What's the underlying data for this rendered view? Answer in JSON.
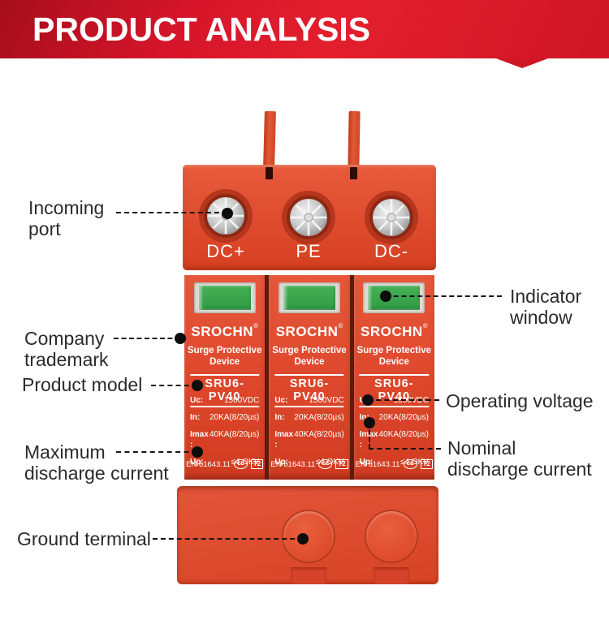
{
  "header": {
    "title": "PRODUCT ANALYSIS"
  },
  "device": {
    "terminals": [
      {
        "label": "DC+"
      },
      {
        "label": "PE"
      },
      {
        "label": "DC-"
      }
    ],
    "module": {
      "brand": "SROCHN",
      "reg_mark": "®",
      "type_text": "Surge Protective\nDevice",
      "model": "SRU6-PV40",
      "specs": [
        {
          "label": "Uc:",
          "value": "1500VDC"
        },
        {
          "label": "In:",
          "value": "20KA(8/20µs)"
        },
        {
          "label": "Imax :",
          "value": "40KA(8/20µs)"
        },
        {
          "label": "Up:",
          "value": "≤4.OKV"
        }
      ],
      "standard": "EN 61643.11",
      "ce_mark": "CE",
      "test_class": "T2"
    }
  },
  "annotations": {
    "incoming_port": "Incoming\nport",
    "indicator_window": "Indicator\nwindow",
    "company_trademark": "Company\ntrademark",
    "product_model": "Product model",
    "operating_voltage": "Operating voltage",
    "maximum_discharge_current": "Maximum\ndischarge current",
    "nominal_discharge_current": "Nominal\ndischarge current",
    "ground_terminal": "Ground terminal"
  },
  "colors": {
    "banner_red": "#d6152a",
    "device_red": "#df4a2e",
    "indicator_green": "#35a34a",
    "annotation_line": "#151515",
    "label_text": "#2b2b2b"
  }
}
